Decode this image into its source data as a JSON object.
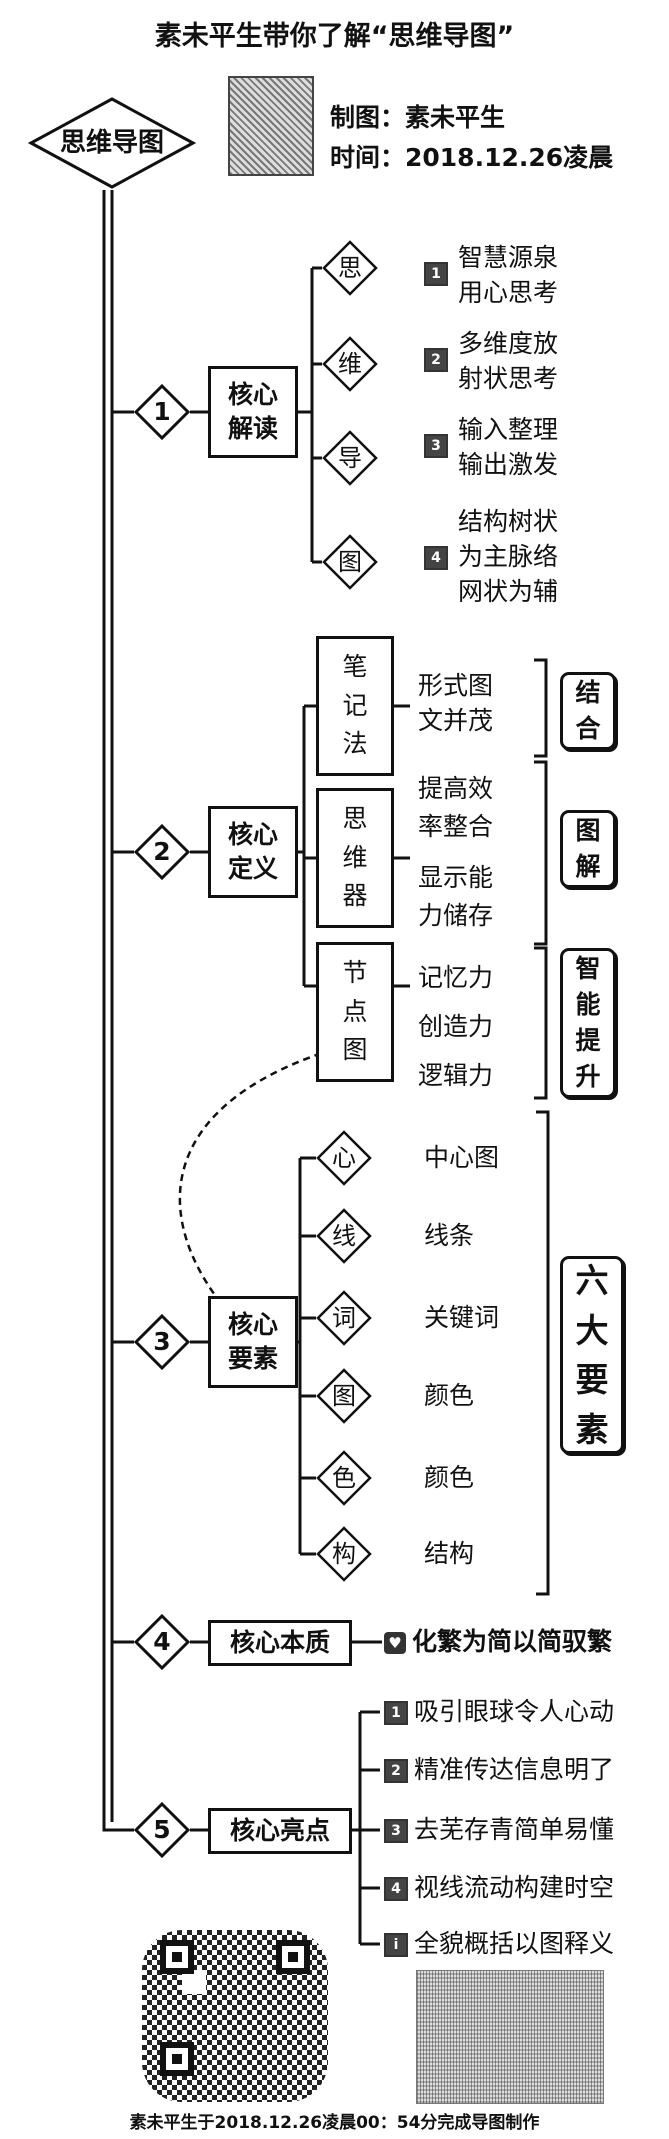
{
  "title": "素未平生带你了解“思维导图”",
  "author": "制图：素未平生",
  "time": "时间：2018.12.26凌晨",
  "root": "思维导图",
  "sections": [
    {
      "num": "1",
      "label_lines": [
        "核心",
        "解读"
      ],
      "items": [
        {
          "char": "思",
          "badge": "1",
          "lines": [
            "智慧源泉",
            "用心思考"
          ]
        },
        {
          "char": "维",
          "badge": "2",
          "lines": [
            "多维度放",
            "射状思考"
          ]
        },
        {
          "char": "导",
          "badge": "3",
          "lines": [
            "输入整理",
            "输出激发"
          ]
        },
        {
          "char": "图",
          "badge": "4",
          "lines": [
            "结构树状",
            "为主脉络",
            "网状为辅"
          ]
        }
      ]
    },
    {
      "num": "2",
      "label_lines": [
        "核心",
        "定义"
      ],
      "items": [
        {
          "chars": [
            "笔",
            "记",
            "法"
          ],
          "lines": [
            "形式图",
            "文并茂"
          ],
          "tag": [
            "结",
            "合"
          ]
        },
        {
          "chars": [
            "思",
            "维",
            "器"
          ],
          "lines": [
            "提高效",
            "率整合",
            "显示能",
            "力储存"
          ],
          "tag": [
            "图",
            "解"
          ]
        },
        {
          "chars": [
            "节",
            "点",
            "图"
          ],
          "lines": [
            "记忆力",
            "创造力",
            "逻辑力"
          ],
          "tag": [
            "智",
            "能",
            "提",
            "升"
          ]
        }
      ]
    },
    {
      "num": "3",
      "label_lines": [
        "核心",
        "要素"
      ],
      "items": [
        {
          "char": "心",
          "text": "中心图"
        },
        {
          "char": "线",
          "text": "线条"
        },
        {
          "char": "词",
          "text": "关键词"
        },
        {
          "char": "图",
          "text": "颜色"
        },
        {
          "char": "色",
          "text": "颜色"
        },
        {
          "char": "构",
          "text": "结构"
        }
      ],
      "tag": [
        "六",
        "大",
        "要",
        "素"
      ]
    },
    {
      "num": "4",
      "label": "核心本质",
      "text": "化繁为简以简驭繁"
    },
    {
      "num": "5",
      "label": "核心亮点",
      "items": [
        {
          "badge": "1",
          "text": "吸引眼球令人心动"
        },
        {
          "badge": "2",
          "text": "精准传达信息明了"
        },
        {
          "badge": "3",
          "text": "去芜存青简单易懂"
        },
        {
          "badge": "4",
          "text": "视线流动构建时空"
        },
        {
          "badge": "i",
          "text": "全貌概括以图释义"
        }
      ]
    }
  ],
  "footer": "素未平生于2018.12.26凌晨00：54分完成导图制作"
}
